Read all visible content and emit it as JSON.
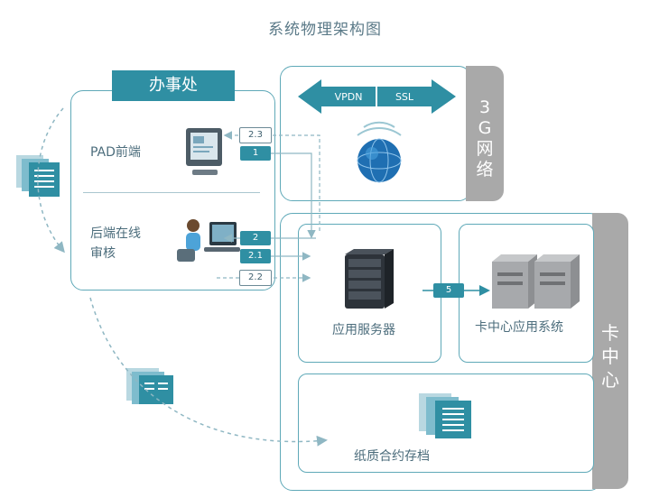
{
  "title": "系统物理架构图",
  "office": {
    "tab_label": "办事处",
    "pad_label": "PAD前端",
    "backend_label_1": "后端在线",
    "backend_label_2": "审核"
  },
  "network": {
    "vpdn_label": "VPDN",
    "ssl_label": "SSL",
    "side_label": "3G网络"
  },
  "card_center": {
    "side_label": "卡中心",
    "app_server_label": "应用服务器",
    "core_system_label": "卡中心应用系统",
    "archive_label": "纸质合约存档"
  },
  "steps": {
    "s1": "1",
    "s2": "2",
    "s21": "2.1",
    "s22": "2.2",
    "s23": "2.3",
    "s5": "5"
  },
  "colors": {
    "teal": "#2f8fa3",
    "border": "#5fa9b8",
    "gray": "#a9a9a9"
  },
  "icons": [
    "document-stack-icon",
    "pad-monitor-icon",
    "operator-computer-icon",
    "globe-icon",
    "server-icon",
    "rack-server-icon"
  ]
}
